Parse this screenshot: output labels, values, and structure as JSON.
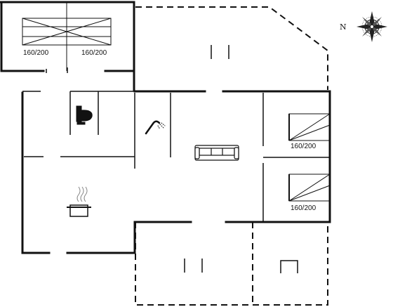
{
  "floorplan": {
    "bed_labels": {
      "upper_left": "160/200",
      "upper_right": "160/200",
      "right_top": "160/200",
      "right_bottom": "160/200"
    },
    "compass": {
      "north_label": "N"
    },
    "colors": {
      "wall": "#111111",
      "background": "#ffffff",
      "compass_fill": "#222222"
    }
  }
}
